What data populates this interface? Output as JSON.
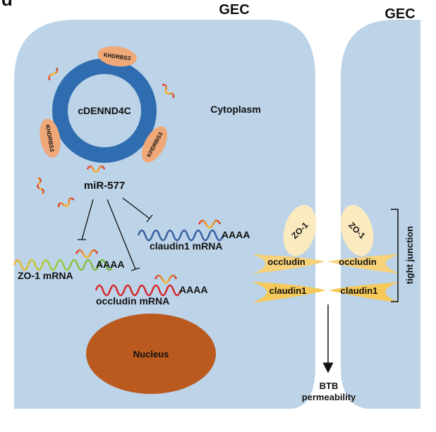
{
  "panel_label": "d",
  "cells": {
    "left_title": "GEC",
    "right_title": "GEC",
    "cytoplasm_label": "Cytoplasm",
    "nucleus_label": "Nucleus"
  },
  "circrna": {
    "name": "cDENND4C",
    "binding_protein": "KHDRBS3",
    "protein_labels": [
      "KHDRBS3",
      "KHDRBS3",
      "KHDRBS3"
    ]
  },
  "mirna": {
    "name": "miR-577"
  },
  "mrnas": [
    {
      "name": "claudin1 mRNA",
      "tail": "AAAA",
      "color": "#3a5fa0"
    },
    {
      "name": "ZO-1 mRNA",
      "tail": "AAAA",
      "color": "#8cc63f"
    },
    {
      "name": "occludin mRNA",
      "tail": "AAAA",
      "color": "#d9262b"
    }
  ],
  "junction": {
    "zo1_left": "ZO-1",
    "zo1_right": "ZO-1",
    "occludin_left": "occludin",
    "occludin_right": "occludin",
    "claudin_left": "claudin1",
    "claudin_right": "claudin1",
    "bracket_label": "tight junction"
  },
  "outcome": {
    "line1": "BTB",
    "line2": "permeability"
  },
  "colors": {
    "cell": "#bcd3e8",
    "ring": "#2f6db0",
    "protein": "#f0a878",
    "nucleus": "#bb5a1e",
    "zo1": "#fbeac0",
    "junction_protein": "#f7d27a"
  }
}
